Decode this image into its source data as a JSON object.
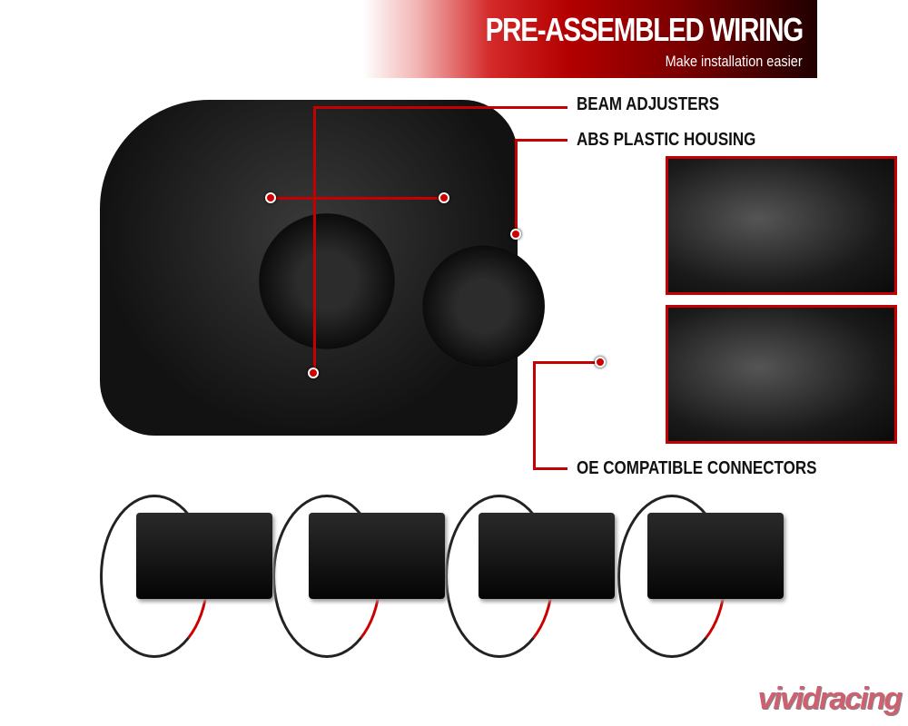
{
  "banner": {
    "title": "PRE-ASSEMBLED WIRING",
    "subtitle": "Make installation easier"
  },
  "callouts": [
    "BEAM ADJUSTERS",
    "ABS PLASTIC HOUSING",
    "OE COMPATIBLE CONNECTORS"
  ],
  "logo": "vividracing",
  "colors": {
    "accent": "#c40000"
  }
}
